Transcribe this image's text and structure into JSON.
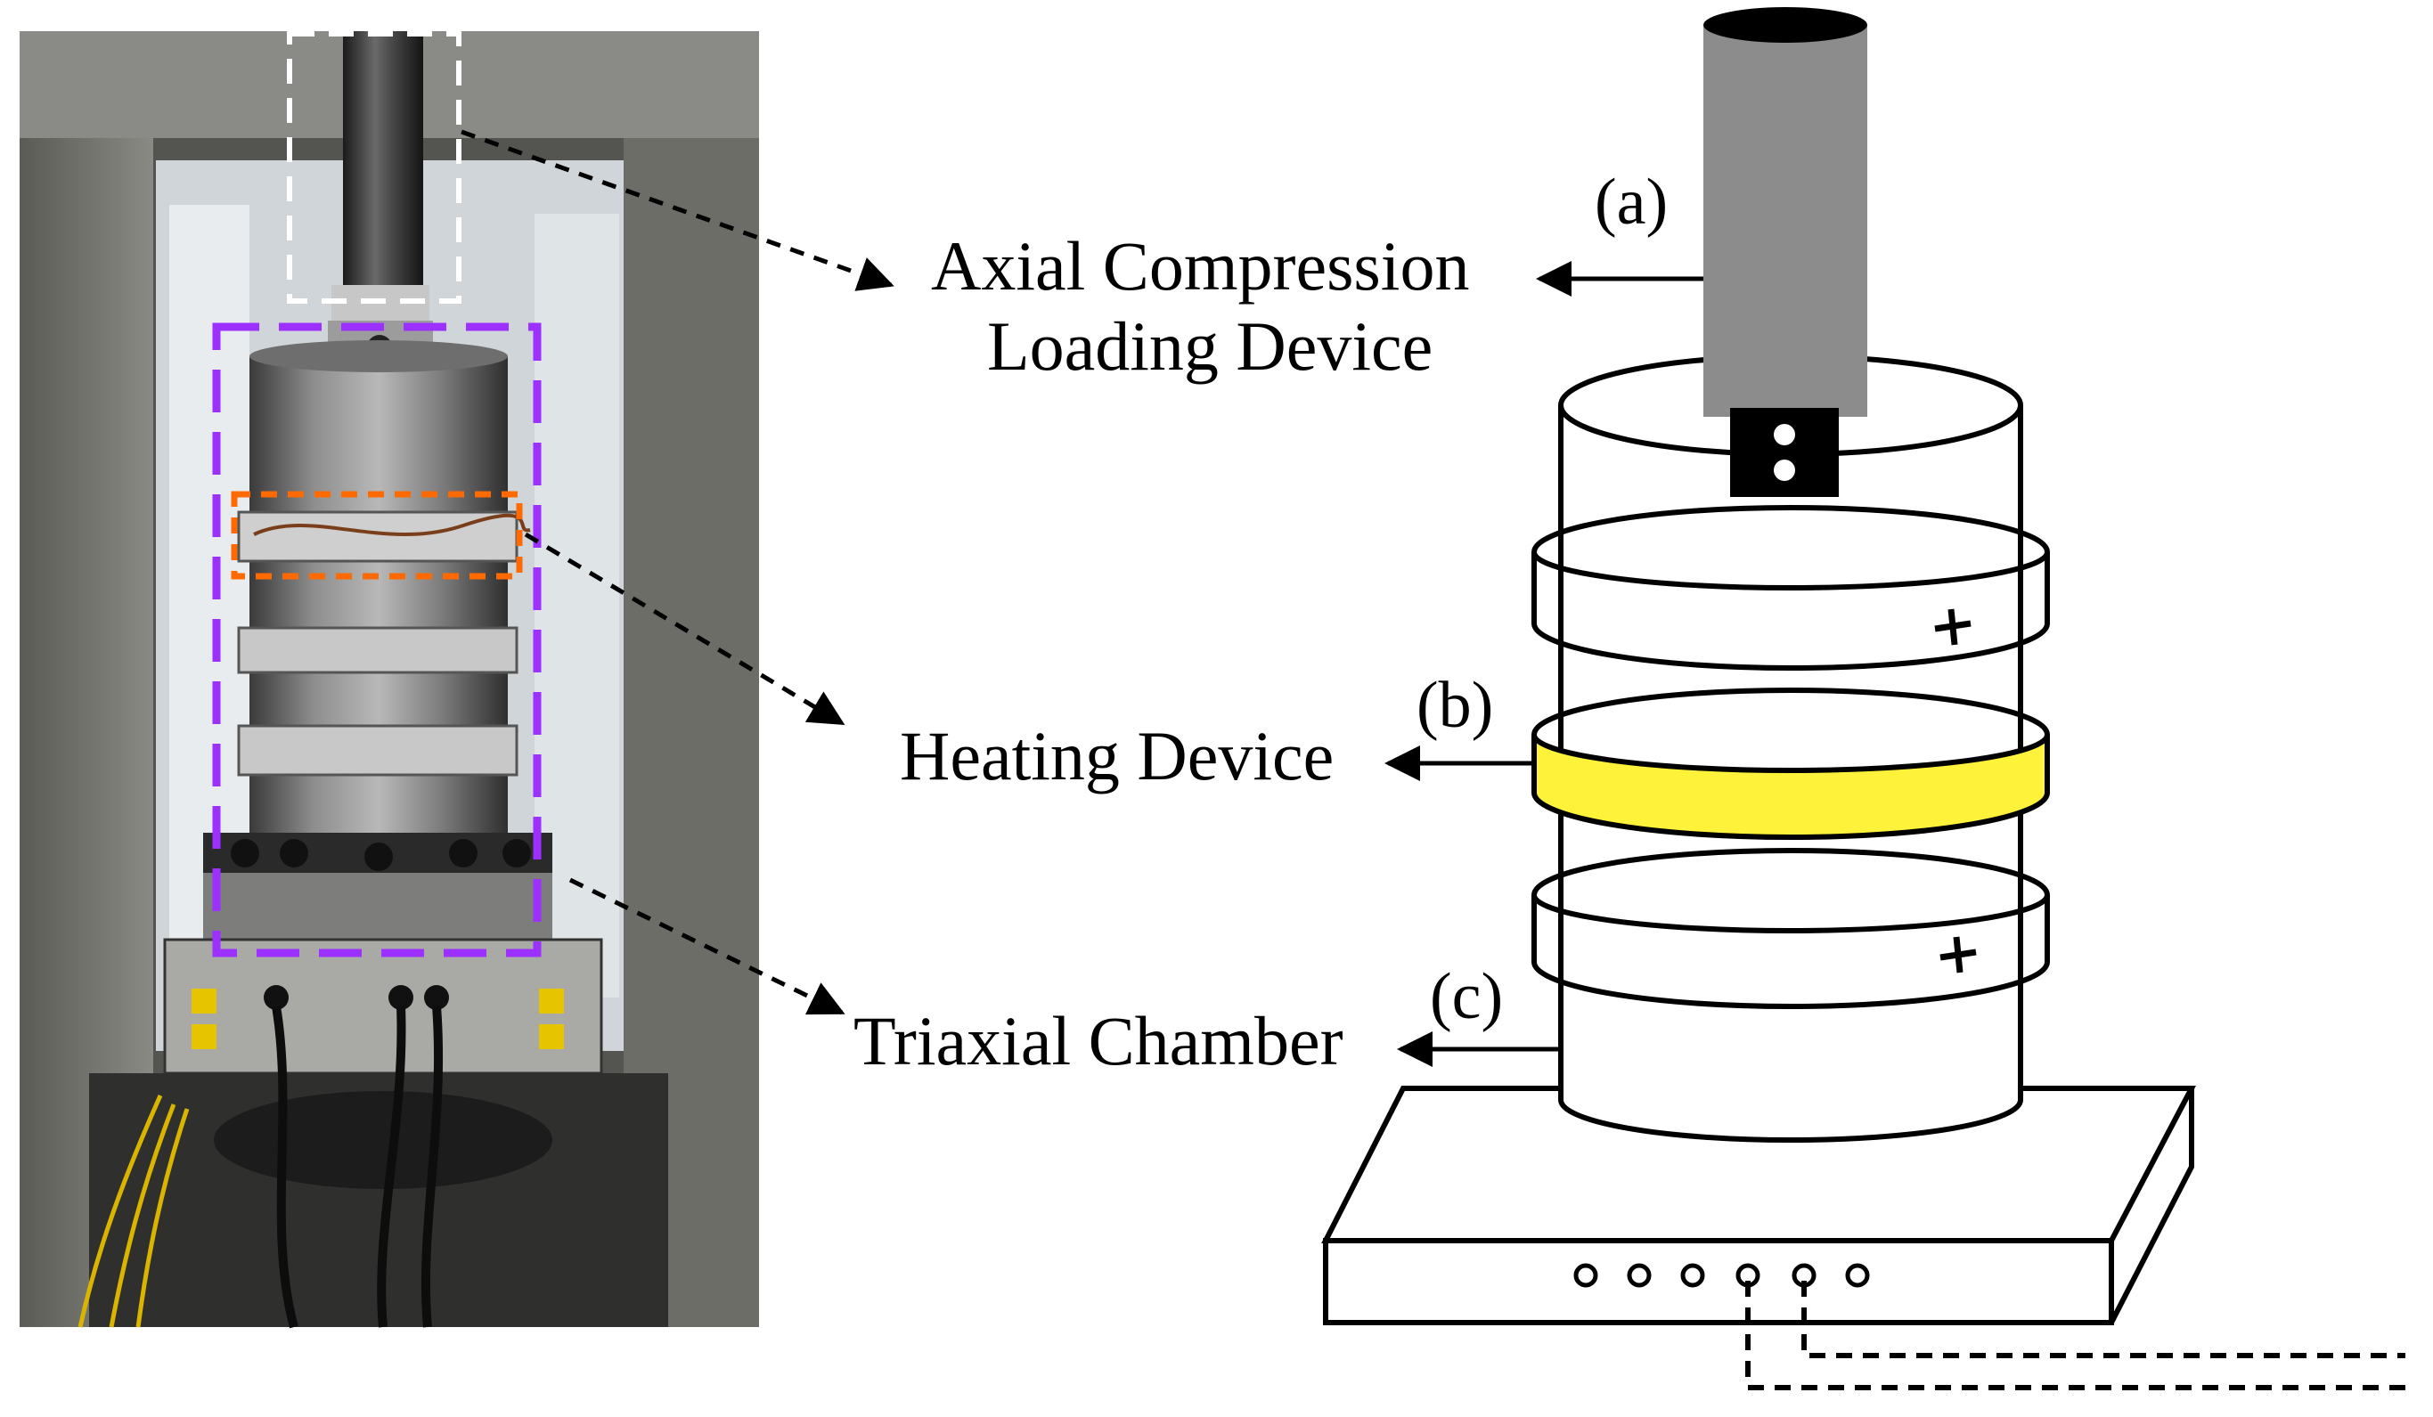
{
  "labels": {
    "axial_line1": "Axial Compression",
    "axial_line2": "Loading Device",
    "heating": "Heating Device",
    "triaxial": "Triaxial Chamber"
  },
  "tags": {
    "a": "(a)",
    "b": "(b)",
    "c": "(c)"
  },
  "colors": {
    "white_box": "#ffffff",
    "purple_box": "#9b30ff",
    "orange_box": "#ff6a00",
    "heating_band": "#fff23a",
    "piston": "#8c8c8c"
  }
}
